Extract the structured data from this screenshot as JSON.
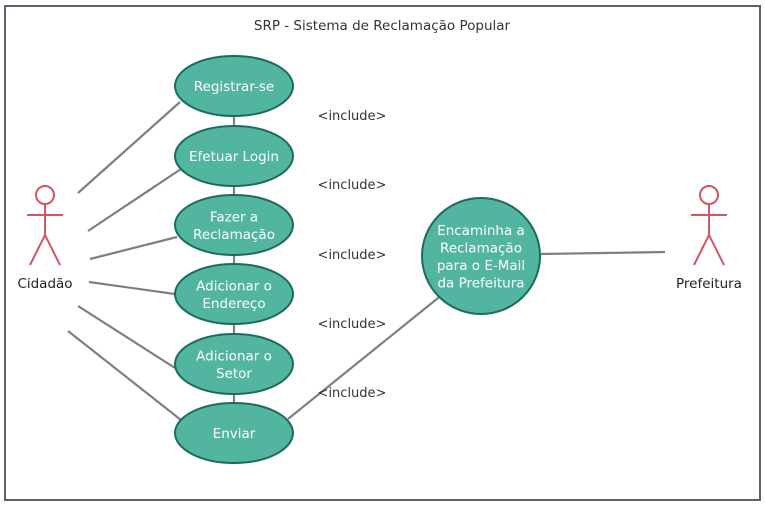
{
  "diagram": {
    "title": "SRP - Sistema de Reclamação Popular",
    "colors": {
      "usecase_fill": "#52b5a0",
      "usecase_border": "#1d6b5c",
      "actor": "#d45563",
      "line": "#7d7f80",
      "frame": "#5f6170"
    },
    "actors": [
      {
        "id": "cidadao",
        "label": "Cidadão"
      },
      {
        "id": "prefeitura",
        "label": "Prefeitura"
      }
    ],
    "use_cases": [
      {
        "id": "registrar",
        "lines": [
          "Registrar-se"
        ]
      },
      {
        "id": "login",
        "lines": [
          "Efetuar Login"
        ]
      },
      {
        "id": "reclamacao",
        "lines": [
          "Fazer a",
          "Reclamação"
        ]
      },
      {
        "id": "endereco",
        "lines": [
          "Adicionar o",
          "Endereço"
        ]
      },
      {
        "id": "setor",
        "lines": [
          "Adicionar o",
          "Setor"
        ]
      },
      {
        "id": "enviar",
        "lines": [
          "Enviar"
        ]
      },
      {
        "id": "encaminha",
        "lines": [
          "Encaminha a",
          "Reclamação",
          "para o E-Mail",
          "da Prefeitura"
        ]
      }
    ],
    "includes": [
      {
        "from": "registrar",
        "to": "login",
        "label": "<include>"
      },
      {
        "from": "login",
        "to": "reclamacao",
        "label": "<include>"
      },
      {
        "from": "reclamacao",
        "to": "endereco",
        "label": "<include>"
      },
      {
        "from": "endereco",
        "to": "setor",
        "label": "<include>"
      },
      {
        "from": "setor",
        "to": "enviar",
        "label": "<include>"
      }
    ],
    "associations": [
      {
        "from": "cidadao",
        "to": "registrar"
      },
      {
        "from": "cidadao",
        "to": "login"
      },
      {
        "from": "cidadao",
        "to": "reclamacao"
      },
      {
        "from": "cidadao",
        "to": "endereco"
      },
      {
        "from": "cidadao",
        "to": "setor"
      },
      {
        "from": "cidadao",
        "to": "enviar"
      },
      {
        "from": "enviar",
        "to": "encaminha"
      },
      {
        "from": "encaminha",
        "to": "prefeitura"
      }
    ]
  }
}
